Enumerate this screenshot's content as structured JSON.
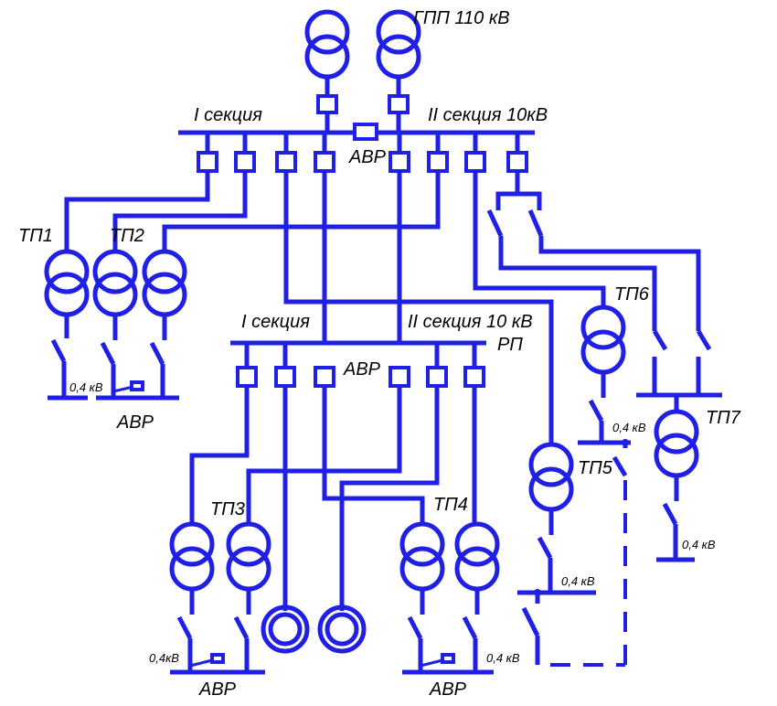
{
  "labels": {
    "gpp": "ГПП 110 кВ",
    "gpp_sec1": "I секция",
    "gpp_sec2": "II секция 10кВ",
    "avr_top": "АВР",
    "rp_sec1": "I секция",
    "rp_sec2": "II секция 10 кВ",
    "rp": "РП",
    "avr_rp": "АВР",
    "tp1": "ТП1",
    "tp2": "ТП2",
    "tp3": "ТП3",
    "tp4": "ТП4",
    "tp5": "ТП5",
    "tp6": "ТП6",
    "tp7": "ТП7",
    "v04_tp12": "0,4 кВ",
    "avr_tp12": "АВР",
    "v04_tp3": "0,4кВ",
    "avr_tp3": "АВР",
    "v04_tp4": "0,4 кВ",
    "avr_tp4": "АВР",
    "v04_tp5": "0,4 кВ",
    "v04_tp6": "0,4 кВ",
    "v04_tp7": "0,4 кВ"
  },
  "colors": {
    "line": "#1f1fe6",
    "text": "#000000",
    "background": "#ffffff"
  }
}
